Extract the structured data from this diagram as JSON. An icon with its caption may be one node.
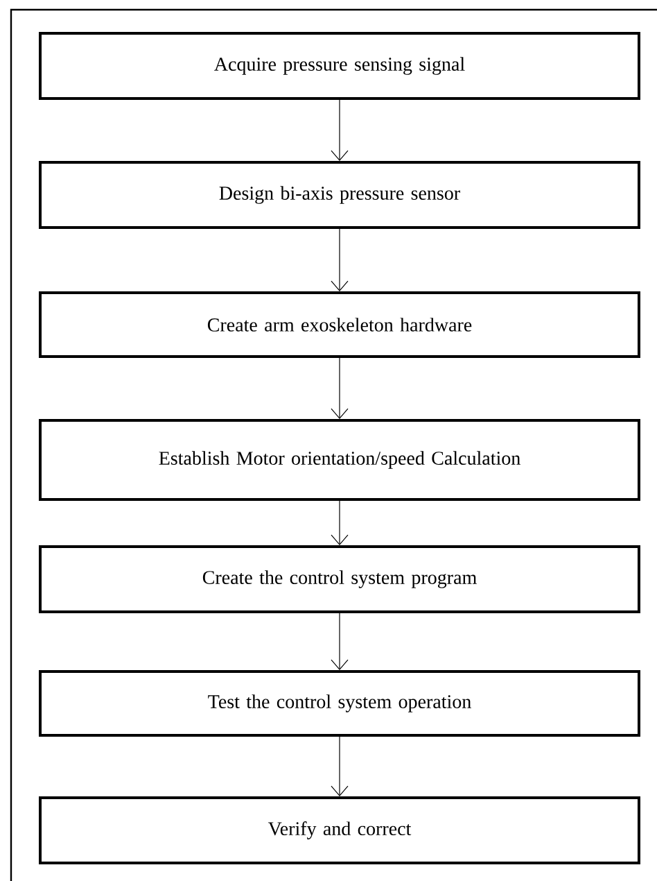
{
  "diagram": {
    "nodes": [
      {
        "text": [
          "Acquire pressure sensing signal"
        ]
      },
      {
        "text": [
          "Design bi-axis pressure sensor"
        ]
      },
      {
        "text": [
          "Create arm exoskeleton hardware"
        ]
      },
      {
        "text": [
          "Establish Motor orientation/speed Calculation"
        ]
      },
      {
        "text": [
          "Create the control system program"
        ]
      },
      {
        "text": [
          "Test the control system operation"
        ]
      },
      {
        "text": [
          "Verify and correct"
        ]
      }
    ],
    "edges": [
      {
        "from": 0,
        "to": 1,
        "arrow": "to"
      },
      {
        "from": 1,
        "to": 2,
        "arrow": "to"
      },
      {
        "from": 2,
        "to": 3,
        "arrow": "to"
      },
      {
        "from": 3,
        "to": 4,
        "arrow": "to"
      },
      {
        "from": 4,
        "to": 5,
        "arrow": "to"
      },
      {
        "from": 5,
        "to": 6,
        "arrow": "to"
      }
    ]
  }
}
